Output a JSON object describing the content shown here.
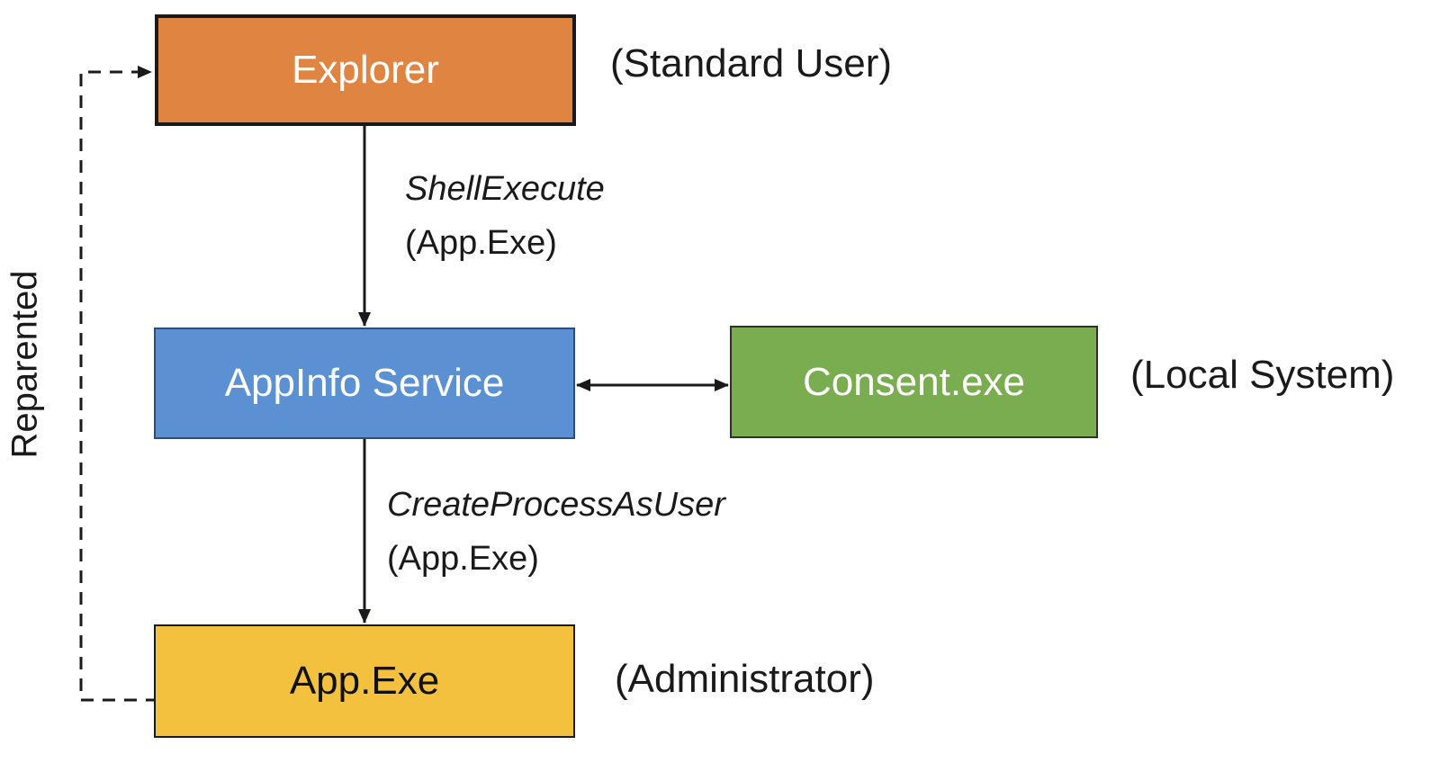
{
  "nodes": {
    "explorer": {
      "label": "Explorer",
      "role": "(Standard User)",
      "fill": "#e08442"
    },
    "appinfo": {
      "label": "AppInfo Service",
      "fill": "#5b91d3"
    },
    "consent": {
      "label": "Consent.exe",
      "role": "(Local System)",
      "fill": "#7aad4f"
    },
    "appexe": {
      "label": "App.Exe",
      "role": "(Administrator)",
      "fill": "#f4c13f"
    }
  },
  "edges": {
    "shellexecute": {
      "call": "ShellExecute",
      "arg": "(App.Exe)"
    },
    "createprocess": {
      "call": "CreateProcessAsUser",
      "arg": "(App.Exe)"
    },
    "reparented": {
      "label": "Reparented"
    }
  }
}
